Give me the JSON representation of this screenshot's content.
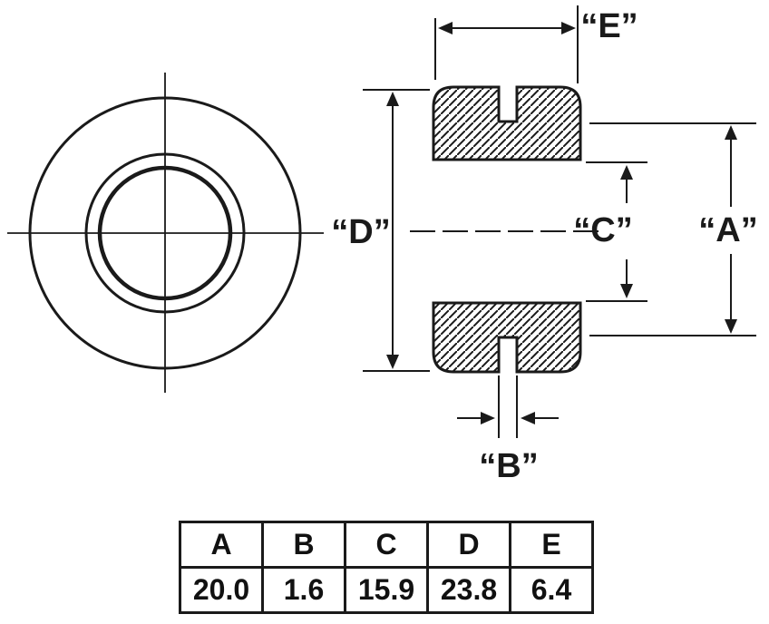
{
  "drawing": {
    "type": "grommet-technical-drawing",
    "views": [
      "front-view",
      "cross-section-view"
    ]
  },
  "labels": {
    "a": "“A”",
    "b": "“B”",
    "c": "“C”",
    "d": "“D”",
    "e": "“E”"
  },
  "dimensions": {
    "A": 20.0,
    "B": 1.6,
    "C": 15.9,
    "D": 23.8,
    "E": 6.4
  },
  "table": {
    "headers": [
      "A",
      "B",
      "C",
      "D",
      "E"
    ],
    "values": [
      "20.0",
      "1.6",
      "15.9",
      "23.8",
      "6.4"
    ]
  },
  "colors": {
    "line": "#1a1a1a",
    "background": "#ffffff"
  }
}
